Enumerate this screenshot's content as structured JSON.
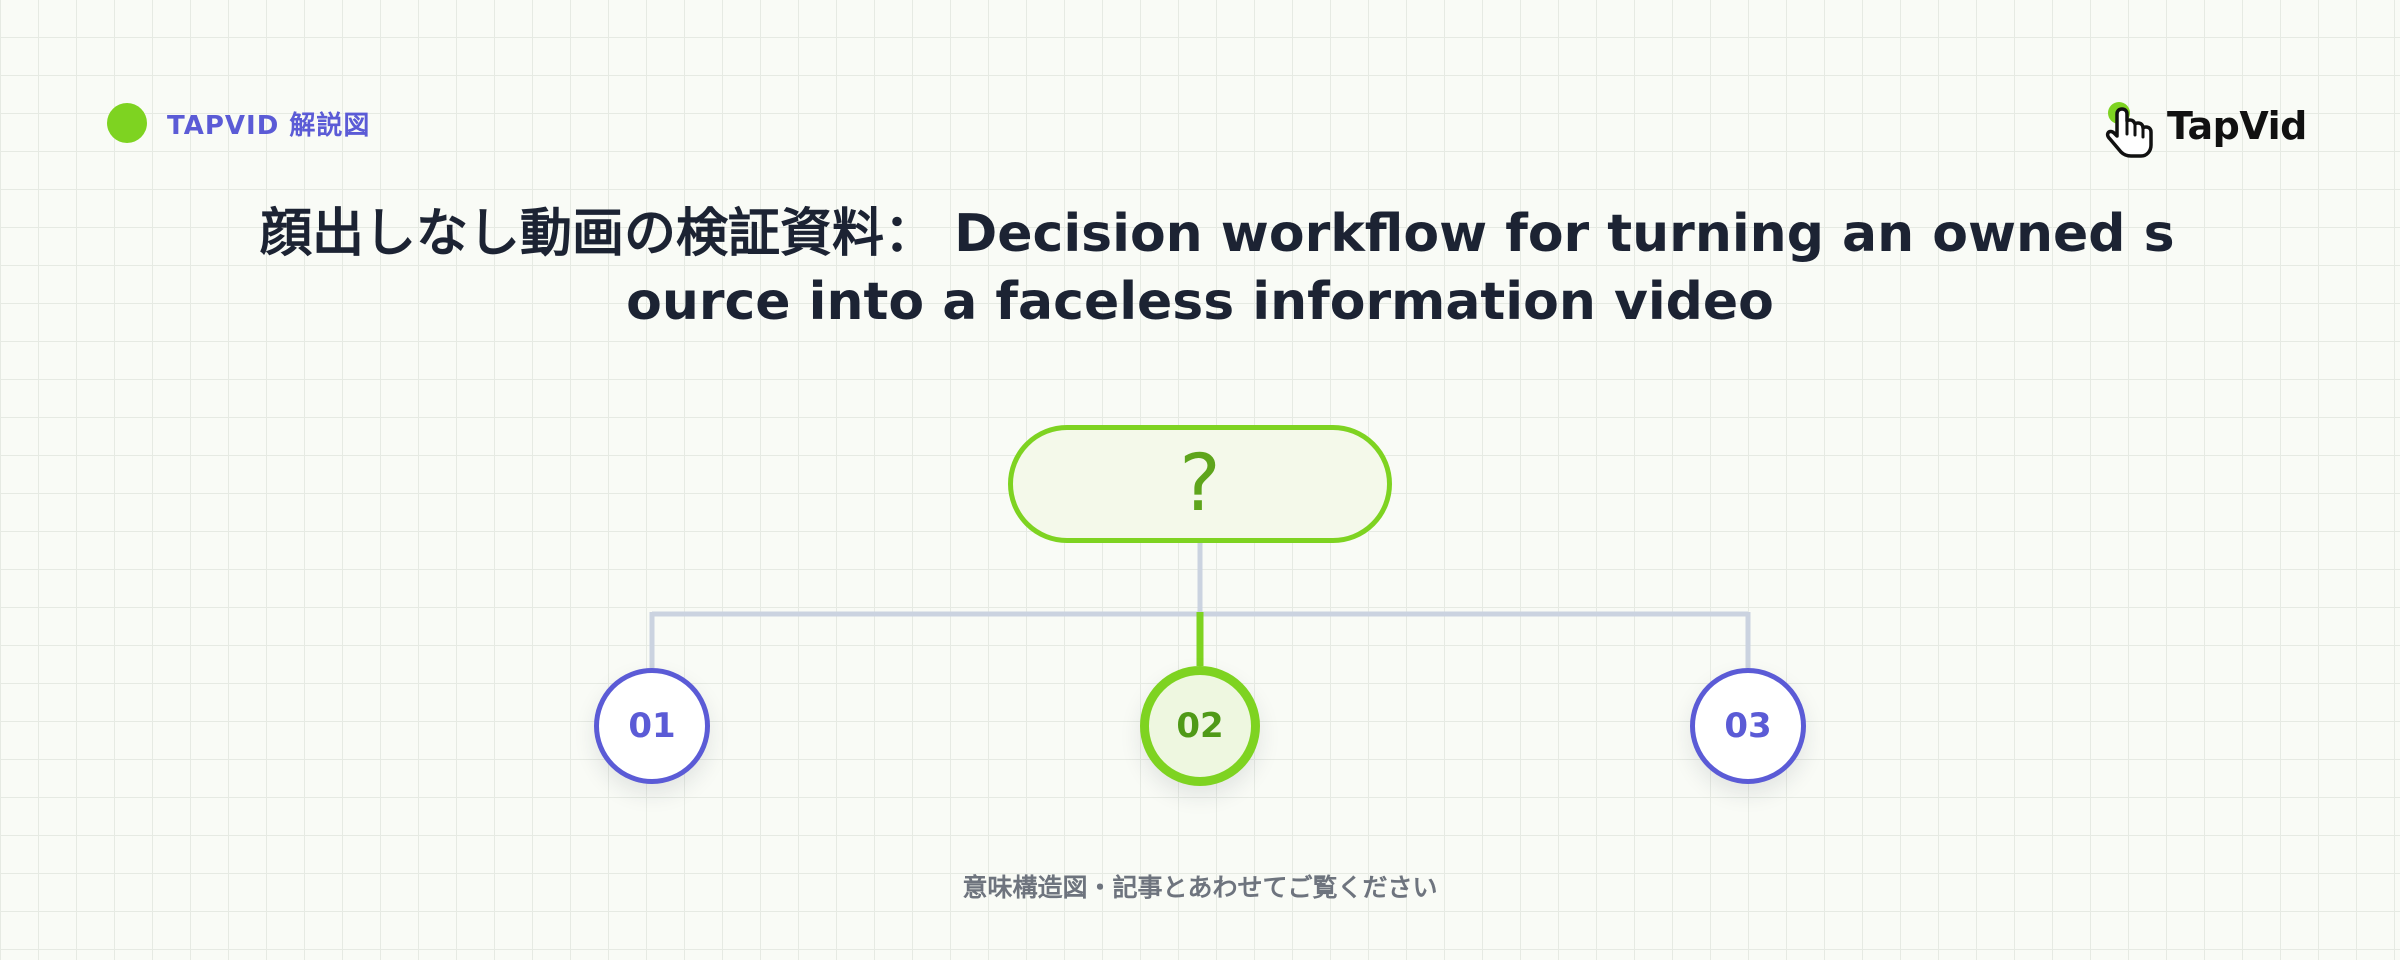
{
  "header": {
    "tag": "TAPVID 解説図",
    "logo_text": "TapVid"
  },
  "title": {
    "line1": "顔出しなし動画の検証資料： Decision workflow for turning an owned s",
    "line2": "ource into a faceless information video"
  },
  "diagram": {
    "root_label": "?",
    "options": [
      {
        "label": "01",
        "selected": false
      },
      {
        "label": "02",
        "selected": true
      },
      {
        "label": "03",
        "selected": false
      }
    ]
  },
  "footer": {
    "note": "意味構造図・記事とあわせてご覧ください"
  },
  "colors": {
    "accent_green": "#7ed321",
    "accent_indigo": "#5b5bd6",
    "connector_gray": "#cbd3e0",
    "title_text": "#1c2333"
  }
}
